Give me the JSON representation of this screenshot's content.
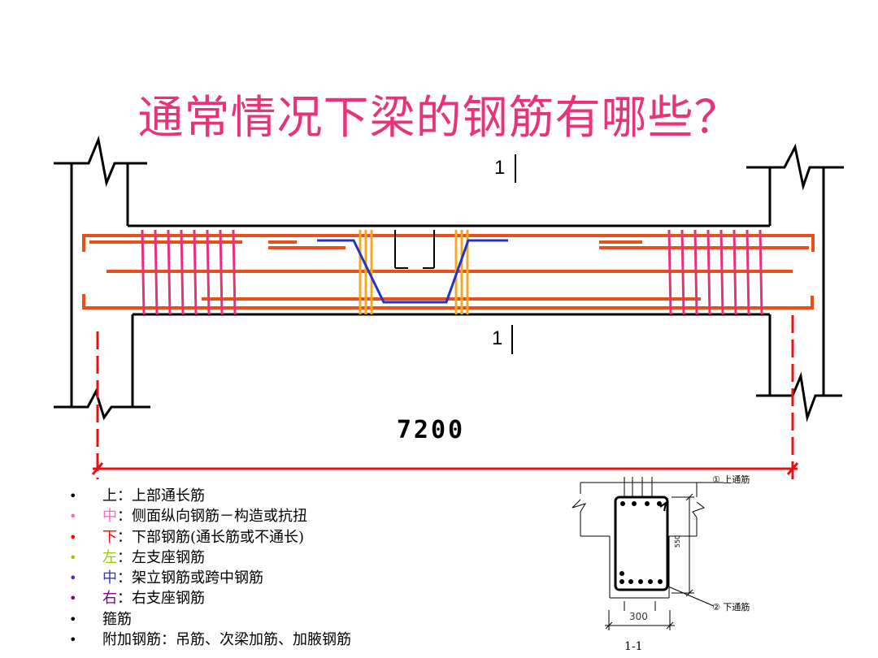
{
  "title": "通常情况下梁的钢筋有哪些？",
  "section_marks": {
    "top": "1",
    "bottom": "1"
  },
  "span_dimension": "7200",
  "legend": [
    {
      "bullet": "•",
      "key": "上",
      "sep": "：",
      "text": "上部通长筋",
      "color": "#000000"
    },
    {
      "bullet": "•",
      "key": "中",
      "sep": "：",
      "text": "侧面纵向钢筋－构造或抗扭",
      "color": "#ff66cc"
    },
    {
      "bullet": "•",
      "key": "下",
      "sep": "：",
      "text": "下部钢筋(通长筋或不通长)",
      "color": "#ff0000"
    },
    {
      "bullet": "•",
      "key": "左",
      "sep": "：",
      "text": "左支座钢筋",
      "color": "#99cc00"
    },
    {
      "bullet": "•",
      "key": "中",
      "sep": "：",
      "text": "架立钢筋或跨中钢筋",
      "color": "#3333cc"
    },
    {
      "bullet": "•",
      "key": "右",
      "sep": "：",
      "text": "右支座钢筋",
      "color": "#800080"
    },
    {
      "bullet": "•",
      "key": "",
      "sep": "",
      "text": "箍筋",
      "color": "#000000"
    },
    {
      "bullet": "•",
      "key": "",
      "sep": "",
      "text": "附加钢筋：吊筋、次梁加筋、加腋钢筋",
      "color": "#000000"
    }
  ],
  "section_detail": {
    "top_label": "① 上通筋",
    "bottom_label": "② 下通筋",
    "height_label": "550",
    "width_label": "300",
    "caption": "1-1"
  },
  "colors": {
    "title": "#e8337a",
    "longitudinal": "#e8501a",
    "stirrup": "#e8337a",
    "hanger_stirrup": "#f5a623",
    "bent_bar": "#2233cc",
    "dimension": "#e81010"
  }
}
